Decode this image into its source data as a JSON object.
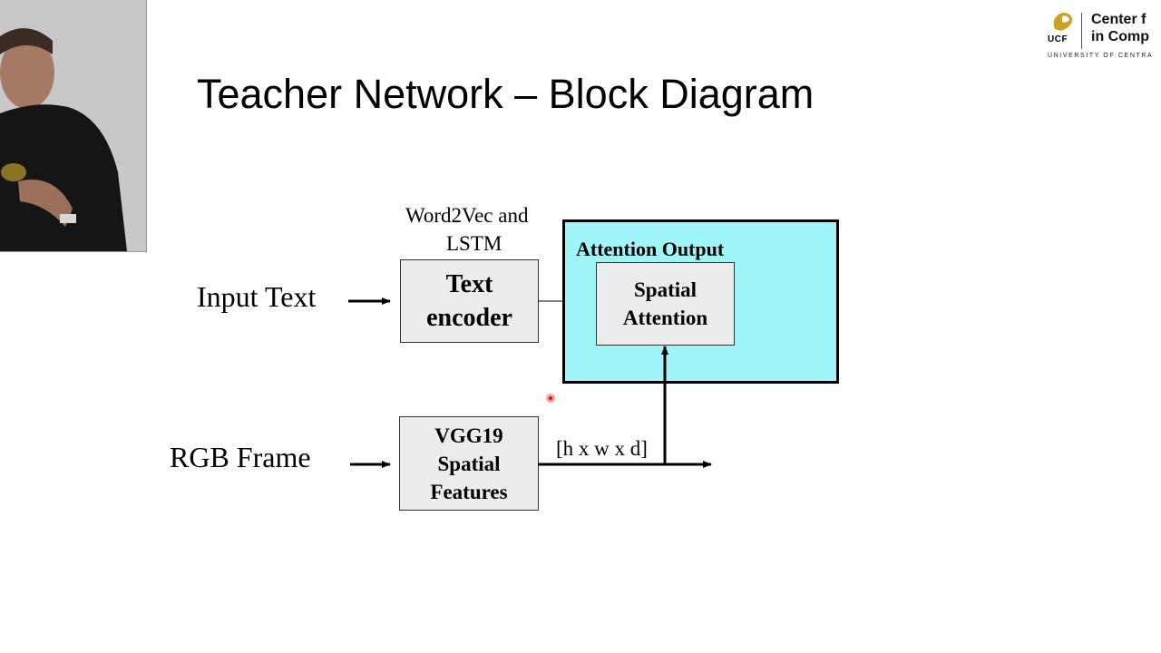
{
  "slide": {
    "title": "Teacher Network – Block Diagram"
  },
  "logo": {
    "mark": "UCF",
    "line1": "Center f",
    "line2": "in Comp",
    "subline": "UNIVERSITY OF CENTRA"
  },
  "diagram": {
    "input_text": "Input Text",
    "rgb_frame": "RGB Frame",
    "encoder_note": {
      "line1": "Word2Vec and",
      "line2": "LSTM"
    },
    "text_encoder": {
      "line1": "Text",
      "line2": "encoder"
    },
    "vgg": {
      "line1": "VGG19",
      "line2": "Spatial",
      "line3": "Features"
    },
    "attention_output": "Attention Output",
    "spatial_attention": {
      "line1": "Spatial",
      "line2": "Attention"
    },
    "dims": "[h x w x d]"
  },
  "colors": {
    "attention_fill": "#9ff5f7",
    "box_fill": "#ececec",
    "laser_pointer": "#c81818"
  }
}
